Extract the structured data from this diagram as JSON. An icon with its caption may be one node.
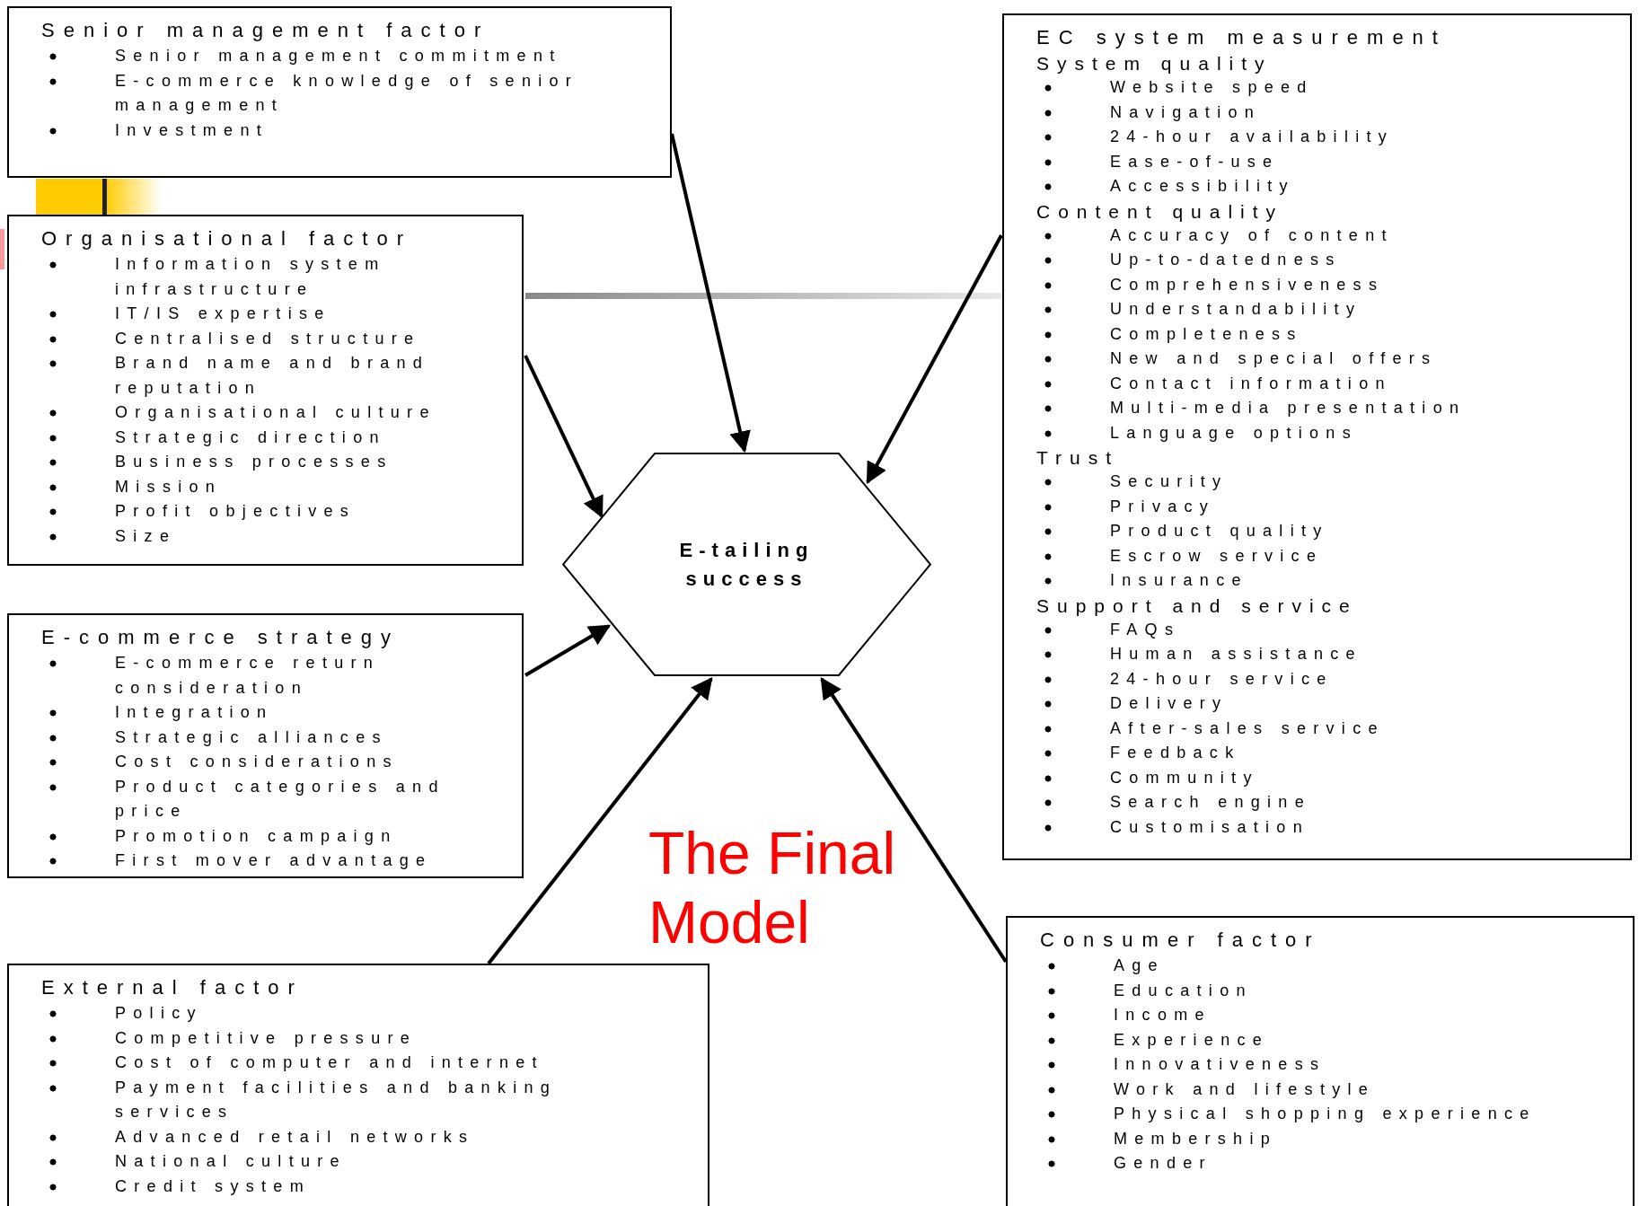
{
  "diagram": {
    "nodes": [
      {
        "text": [
          "Senior management factor",
          "Senior management commitment",
          "E-commerce knowledge of senior management",
          "Investment"
        ]
      },
      {
        "text": [
          "EC system measurement",
          "System quality",
          "Website speed",
          "Navigation",
          "24-hour availability",
          "Ease-of-use",
          "Accessibility",
          "Content quality",
          "Accuracy of content",
          "Up-to-datedness",
          "Comprehensiveness",
          "Understandability",
          "Completeness",
          "New and special offers",
          "Contact information",
          "Multi-media presentation",
          "Language options",
          "Trust",
          "Security",
          "Privacy",
          "Product quality",
          "Escrow service",
          "Insurance",
          "Support and service",
          "FAQs",
          "Human assistance",
          "24-hour service",
          "Delivery",
          "After-sales service",
          "Feedback",
          "Community",
          "Search engine",
          "Customisation"
        ]
      },
      {
        "text": [
          "Organisational factor",
          "Information system infrastructure",
          "IT/IS expertise",
          "Centralised structure",
          "Brand name and brand reputation",
          "Organisational culture",
          "Strategic direction",
          "Business processes",
          "Mission",
          "Profit objectives",
          "Size"
        ]
      },
      {
        "text": [
          "E-commerce strategy",
          "E-commerce return consideration",
          "Integration",
          "Strategic alliances",
          "Cost considerations",
          "Product categories and price",
          "Promotion campaign",
          "First mover advantage"
        ]
      },
      {
        "text": [
          "E-tailing success"
        ]
      },
      {
        "text": [
          "External factor",
          "Policy",
          "Competitive pressure",
          "Cost of computer and internet",
          "Payment facilities and banking services",
          "Advanced retail networks",
          "National culture",
          "Credit system"
        ]
      },
      {
        "text": [
          "Consumer factor",
          "Age",
          "Education",
          "Income",
          "Experience",
          "Innovativeness",
          "Work and lifestyle",
          "Physical shopping experience",
          "Membership",
          "Gender"
        ]
      }
    ],
    "edges": [
      {
        "from": 0,
        "to": 4,
        "arrow": "to"
      },
      {
        "from": 1,
        "to": 4,
        "arrow": "to"
      },
      {
        "from": 2,
        "to": 4,
        "arrow": "to"
      },
      {
        "from": 3,
        "to": 4,
        "arrow": "to"
      },
      {
        "from": 5,
        "to": 4,
        "arrow": "to"
      },
      {
        "from": 6,
        "to": 4,
        "arrow": "to"
      }
    ],
    "labels": [
      "The Final Model"
    ]
  }
}
